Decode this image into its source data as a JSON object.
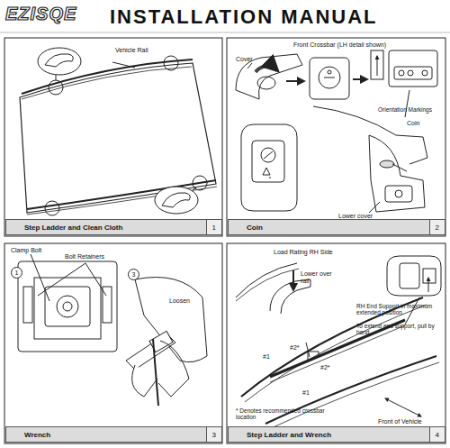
{
  "diagram": {
    "title": "INSTALLATION MANUAL",
    "nodes": [
      {
        "text": [
          "Step Ladder and Clean Cloth",
          "1"
        ]
      },
      {
        "text": [
          "Coin",
          "2"
        ]
      },
      {
        "text": [
          "Wrench",
          "3"
        ]
      },
      {
        "text": [
          "Step Ladder and Wrench",
          "4"
        ]
      }
    ],
    "labels": [
      "EZISQE",
      "Vehicle Rail",
      "Front Crossbar (LH detail shown)",
      "Cover",
      "Orientation Markings",
      "Coin",
      "Lower cover",
      "Clamp Bolt",
      "Bolt Retainers",
      "1",
      "3",
      "Loosen",
      "Load Rating RH Side",
      "Lower over rail",
      "RH End Support in maximum extended position",
      "To extend end support, pull by hand",
      "#1",
      "#2*",
      "#2*",
      "#1",
      "Front of Vehicle",
      "* Denotes recommended crossbar location"
    ]
  }
}
